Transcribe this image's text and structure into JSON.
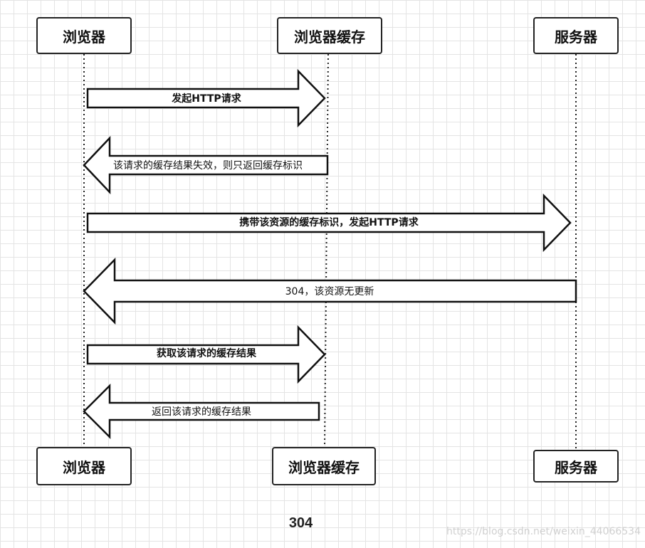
{
  "participants": {
    "browser": "浏览器",
    "cache": "浏览器缓存",
    "server": "服务器"
  },
  "messages": [
    {
      "label": "发起HTTP请求"
    },
    {
      "label": "该请求的缓存结果失效，则只返回缓存标识"
    },
    {
      "label": "携带该资源的缓存标识，发起HTTP请求"
    },
    {
      "label": "304，该资源无更新"
    },
    {
      "label": "获取该请求的缓存结果"
    },
    {
      "label": "返回该请求的缓存结果"
    }
  ],
  "caption": "304",
  "watermark": "https://blog.csdn.net/weixin_44066534"
}
